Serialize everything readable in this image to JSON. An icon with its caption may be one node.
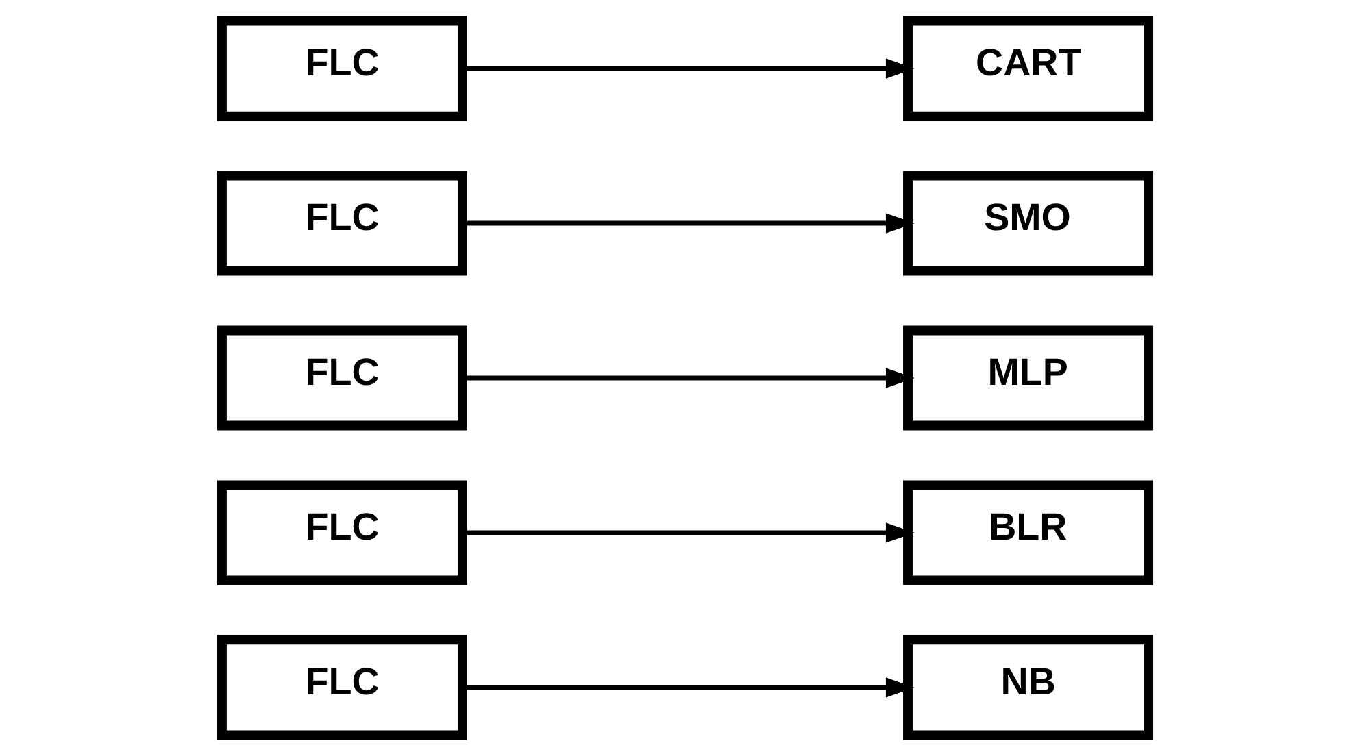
{
  "diagram": {
    "nodes": [
      {
        "text": [
          "FLC"
        ]
      },
      {
        "text": [
          "NB"
        ]
      },
      {
        "text": [
          "FLC"
        ]
      },
      {
        "text": [
          "BLR"
        ]
      },
      {
        "text": [
          "FLC"
        ]
      },
      {
        "text": [
          "MLP"
        ]
      },
      {
        "text": [
          "FLC"
        ]
      },
      {
        "text": [
          "SMO"
        ]
      },
      {
        "text": [
          "FLC"
        ]
      },
      {
        "text": [
          "CART"
        ]
      }
    ],
    "edges": [
      {
        "from": 0,
        "to": 1,
        "arrow": "to"
      },
      {
        "from": 2,
        "to": 3,
        "arrow": "to"
      },
      {
        "from": 4,
        "to": 5,
        "arrow": "to"
      },
      {
        "from": 6,
        "to": 7,
        "arrow": "to"
      },
      {
        "from": 8,
        "to": 9,
        "arrow": "to"
      }
    ]
  }
}
